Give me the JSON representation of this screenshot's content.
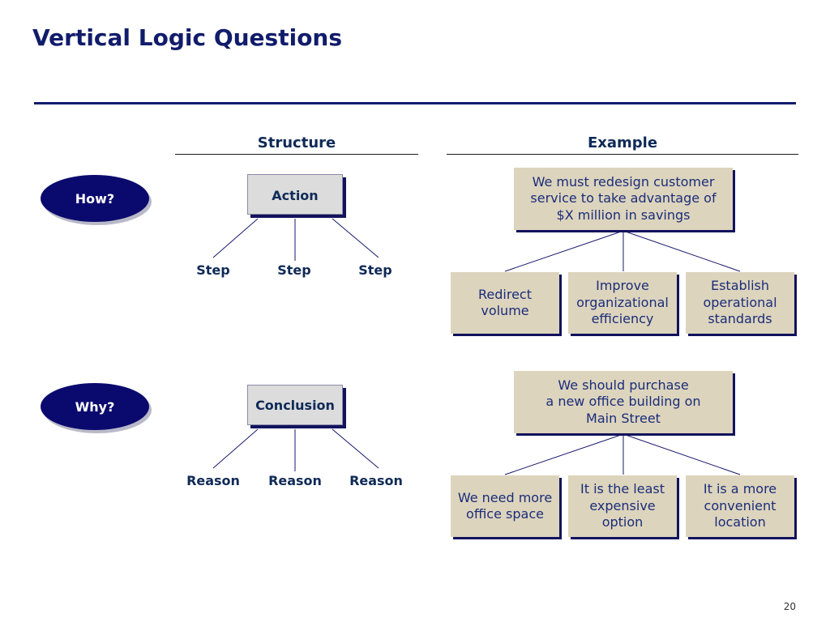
{
  "slide": {
    "title": "Vertical Logic Questions",
    "page_number": "20"
  },
  "columns": {
    "structure_header": "Structure",
    "example_header": "Example"
  },
  "how": {
    "question": "How?",
    "structure_top": "Action",
    "structure_leaves": [
      "Step",
      "Step",
      "Step"
    ],
    "example_top": "We must redesign customer\nservice to take advantage of\n$X million in savings",
    "example_children": [
      "Redirect\nvolume",
      "Improve\norganizational\nefficiency",
      "Establish\noperational\nstandards"
    ]
  },
  "why": {
    "question": "Why?",
    "structure_top": "Conclusion",
    "structure_leaves": [
      "Reason",
      "Reason",
      "Reason"
    ],
    "example_top": "We should purchase\na new office building on\nMain Street",
    "example_children": [
      "We need more\noffice space",
      "It is the least\nexpensive\noption",
      "It is a more\nconvenient\nlocation"
    ]
  },
  "colors": {
    "navy": "#0a0a6e",
    "title_blue": "#111c6b",
    "box_tan": "#ddd4bd",
    "box_gray": "#dcdcdc"
  }
}
